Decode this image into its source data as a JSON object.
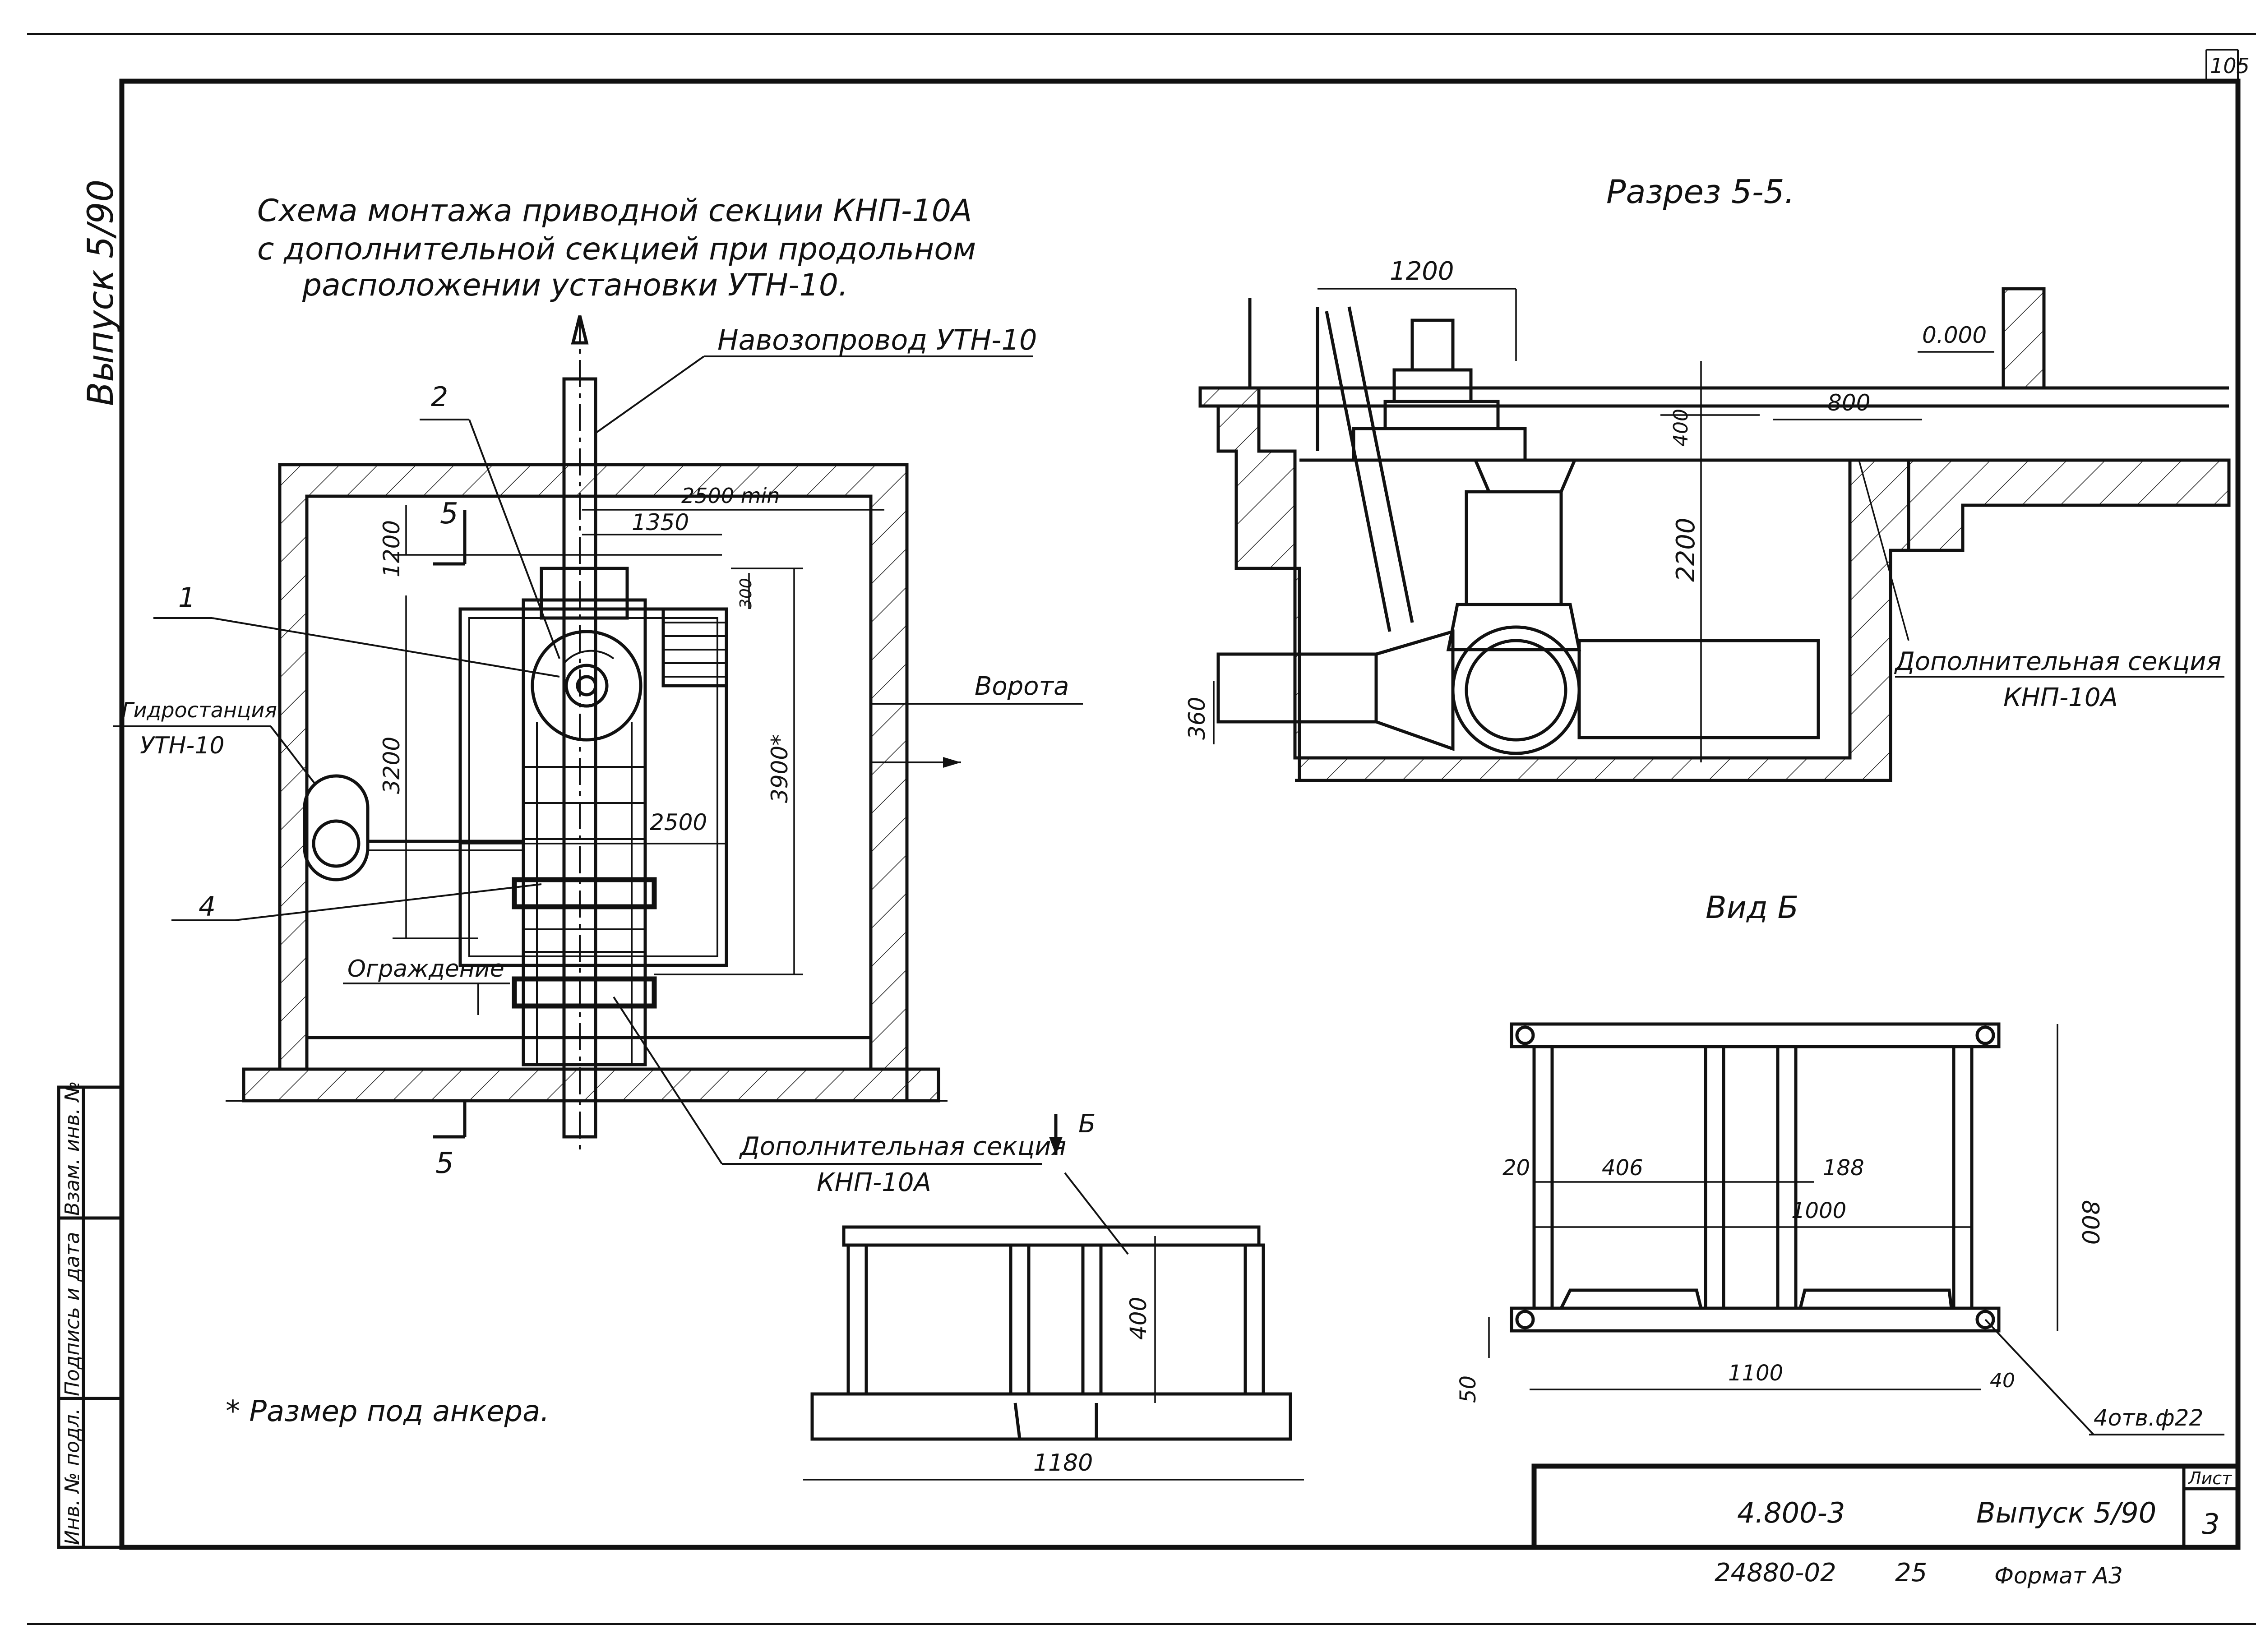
{
  "sheet": {
    "page_number": "105",
    "side_note": "Выпуск 5/90",
    "stamp_side": [
      "Инв. № подл.",
      "Подпись и дата",
      "Взам. инв. №"
    ],
    "title_lines": [
      "Схема монтажа приводной секции КНП-10А",
      "с дополнительной секцией при продольном",
      "расположении установки УТН-10."
    ],
    "footnote": "* Размер под анкера.",
    "title_block": {
      "doc_code": "4.800-3",
      "issue": "Выпуск 5/90",
      "sheet_label": "Лист",
      "sheet_no": "3"
    },
    "bottom": {
      "inventory": "24880-02",
      "copy": "25",
      "format": "Формат А3"
    }
  },
  "plan": {
    "labels": {
      "manure_pipe": "Навозопровод УТН-10",
      "gate": "Ворота",
      "hydro_line1": "Гидростанция",
      "hydro_line2": "УТН-10",
      "fence": "Ограждение",
      "extra_section_line1": "Дополнительная секция",
      "extra_section_line2": "КНП-10А",
      "view_b_mark": "Б",
      "cut_mark_top": "5",
      "cut_mark_bottom": "5"
    },
    "callouts": [
      "1",
      "2",
      "4"
    ],
    "dims": {
      "d2500min": "2500 min",
      "d1350": "1350",
      "d1200": "1200",
      "d300": "300",
      "d3200": "3200",
      "d3900": "3900*",
      "d2500": "2500"
    }
  },
  "section": {
    "title": "Разрез 5-5.",
    "labels": {
      "extra_section_line1": "Дополнительная секция",
      "extra_section_line2": "КНП-10А",
      "level": "0.000"
    },
    "dims": {
      "d1200": "1200",
      "d400": "400",
      "d800": "800",
      "d2200": "2200",
      "d360": "360"
    }
  },
  "view_b": {
    "title": "Вид Б",
    "dims": {
      "d20": "20",
      "d406": "406",
      "d188": "188",
      "d1000": "1000",
      "d800": "800",
      "d50": "50",
      "d1100": "1100",
      "d40": "40"
    },
    "holes": "4отв.ф22"
  },
  "small_section": {
    "dims": {
      "d400": "400",
      "d1180": "1180"
    }
  }
}
